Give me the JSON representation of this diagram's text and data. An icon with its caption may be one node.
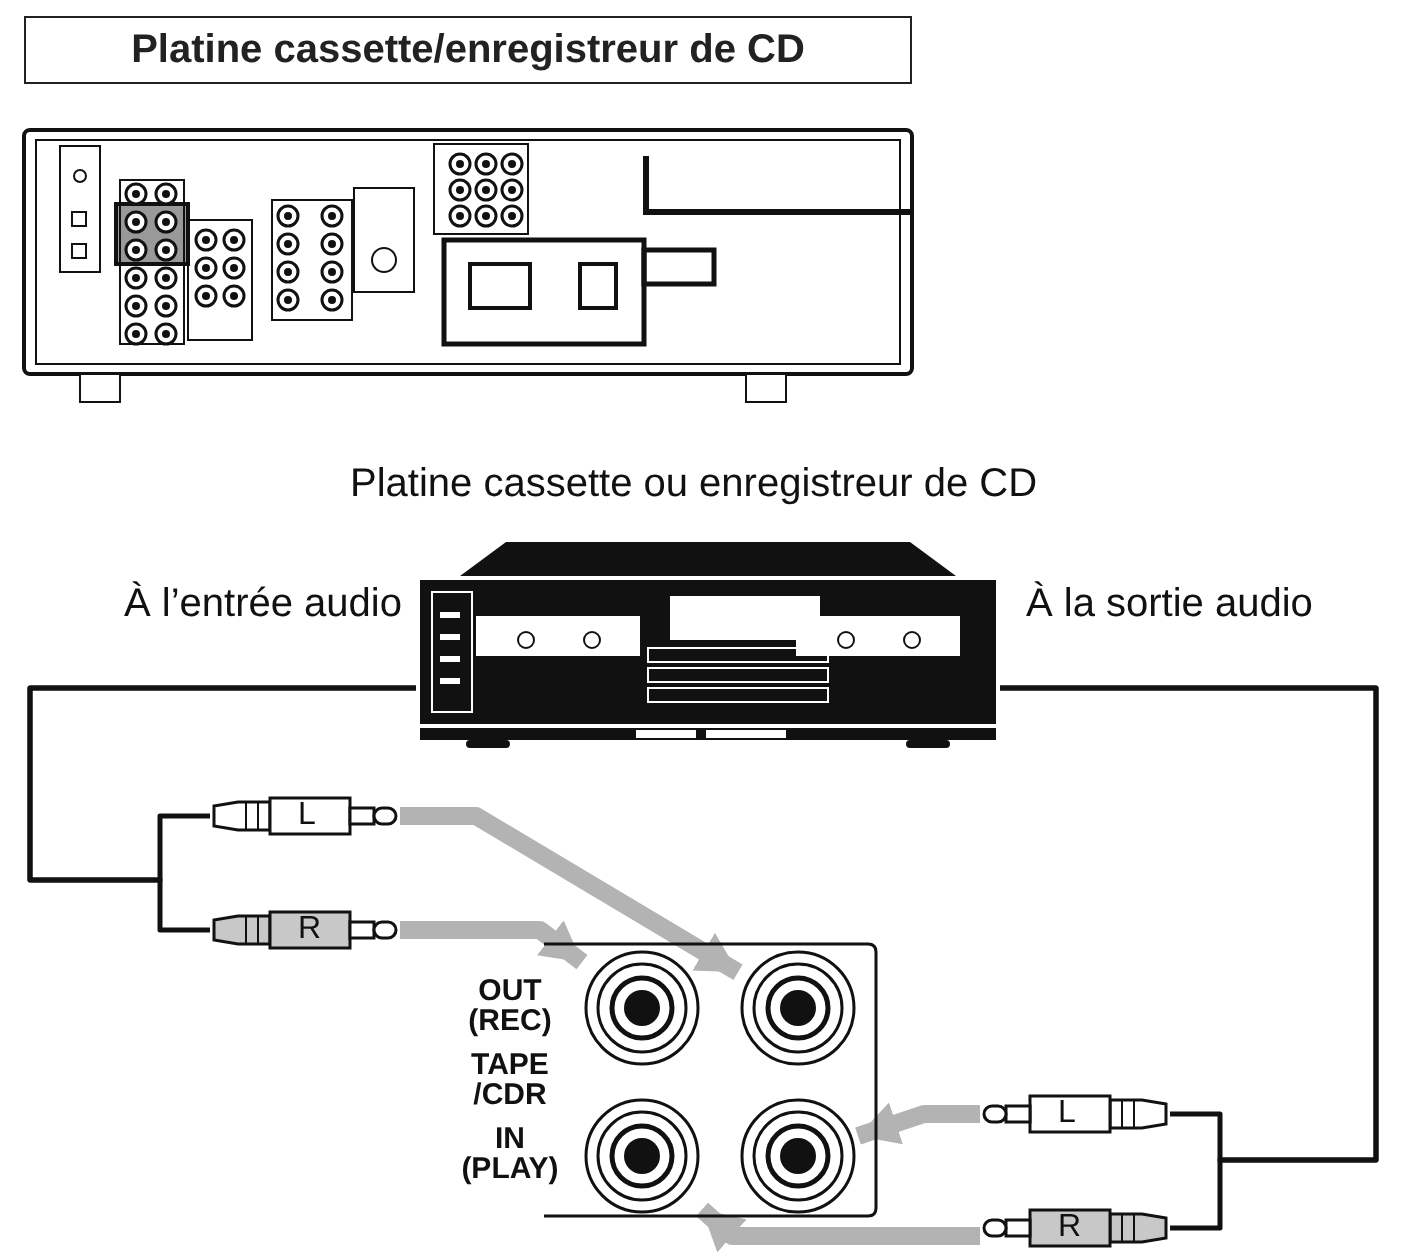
{
  "diagram": {
    "title": "Platine cassette/enregistreur de CD",
    "nodes": [
      {
        "text": [],
        "shape": "picture",
        "beside": [
          "Platine cassette ou enregistreur de CD"
        ]
      },
      {
        "text": [
          "L"
        ]
      },
      {
        "text": [
          "R"
        ]
      },
      {
        "text": [
          "OUT (REC)",
          "TAPE /CDR",
          "IN (PLAY)"
        ]
      },
      {
        "text": [],
        "shape": "circle",
        "in": 3
      },
      {
        "text": [],
        "shape": "circle",
        "in": 3
      },
      {
        "text": [],
        "shape": "circle",
        "in": 3
      },
      {
        "text": [],
        "shape": "circle",
        "in": 3
      },
      {
        "text": [
          "L"
        ]
      },
      {
        "text": [
          "R"
        ]
      }
    ],
    "edges": [
      {
        "from": 0,
        "to": 1,
        "arrow": "none",
        "label": "À l’entrée audio"
      },
      {
        "from": 0,
        "to": 2,
        "arrow": "none"
      },
      {
        "from": 0,
        "to": 8,
        "arrow": "none",
        "label": "À la sortie audio"
      },
      {
        "from": 0,
        "to": 9,
        "arrow": "none"
      },
      {
        "from": 1,
        "to": 5,
        "arrow": "to",
        "style": "thick",
        "color": "#b3b3b3"
      },
      {
        "from": 2,
        "to": 4,
        "arrow": "to",
        "style": "thick",
        "color": "#b3b3b3"
      },
      {
        "from": 8,
        "to": 7,
        "arrow": "to",
        "style": "thick",
        "color": "#b3b3b3"
      },
      {
        "from": 9,
        "to": 6,
        "arrow": "to",
        "style": "thick",
        "color": "#b3b3b3"
      }
    ]
  }
}
